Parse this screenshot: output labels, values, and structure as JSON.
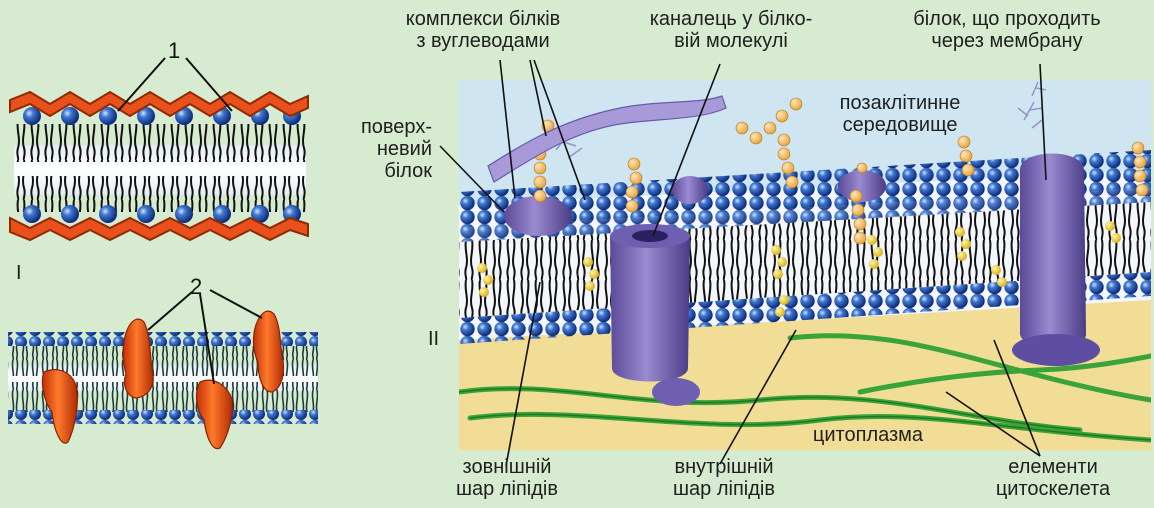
{
  "panel_i": {
    "roman": "I",
    "marker_1": "1",
    "marker_2": "2"
  },
  "panel_ii": {
    "roman": "II",
    "labels": {
      "carb_complex": [
        "комплекси білків",
        "з вуглеводами"
      ],
      "channel": [
        "каналець у білко-",
        "вій молекулі"
      ],
      "transmembrane": [
        "білок, що проходить",
        "через мембрану"
      ],
      "extracellular": [
        "позаклітинне",
        "середовище"
      ],
      "surface_protein": [
        "поверх-",
        "невий",
        "білок"
      ],
      "cytoplasm": "цитоплазма",
      "outer_layer": [
        "зовнішній",
        "шар ліпідів"
      ],
      "inner_layer": [
        "внутрішній",
        "шар ліпідів"
      ],
      "cytoskeleton": [
        "елементи",
        "цитоскелета"
      ]
    }
  },
  "colors": {
    "background": "#d7ebd0",
    "lipid_heads": "#1f4fb0",
    "protein_purple": "#8a7cc8",
    "protein_red": "#e8501c",
    "cytoplasm": "#f1dd95",
    "extracellular": "#cfe6f2",
    "cytoskeleton": "#3aa43a"
  }
}
